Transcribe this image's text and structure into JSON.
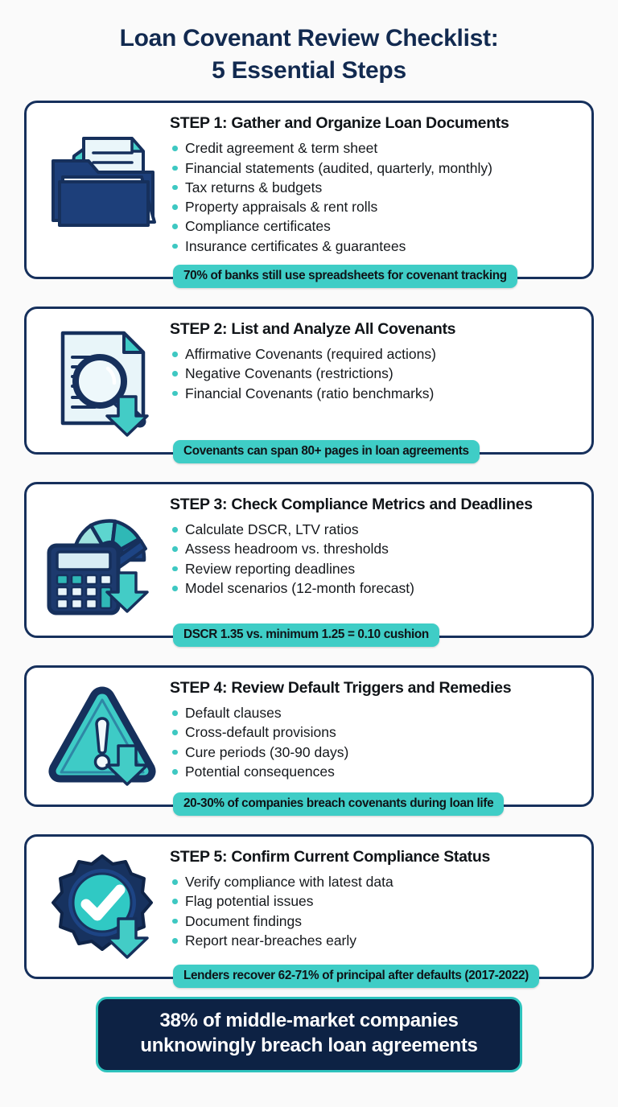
{
  "colors": {
    "navy": "#16305c",
    "deep_navy": "#0d2244",
    "teal": "#3fcdc6",
    "teal_dark": "#2fc3bd",
    "page_bg": "#fafafa",
    "card_bg": "#ffffff",
    "text": "#15181c"
  },
  "title": {
    "line1": "Loan Covenant Review Checklist:",
    "line2": "5 Essential Steps"
  },
  "steps": [
    {
      "icon": "folder-documents-icon",
      "title": "STEP 1: Gather and Organize Loan Documents",
      "bullets": [
        "Credit agreement & term sheet",
        "Financial statements (audited, quarterly, monthly)",
        "Tax returns & budgets",
        "Property appraisals & rent rolls",
        "Compliance certificates",
        "Insurance certificates & guarantees"
      ],
      "stat": "70% of banks still use spreadsheets for covenant tracking"
    },
    {
      "icon": "document-magnifier-icon",
      "title": "STEP 2: List and Analyze All Covenants",
      "bullets": [
        "Affirmative Covenants (required actions)",
        "Negative Covenants (restrictions)",
        "Financial Covenants (ratio benchmarks)"
      ],
      "stat": "Covenants can span 80+ pages in loan agreements"
    },
    {
      "icon": "calculator-gauge-icon",
      "title": "STEP 3: Check Compliance Metrics and Deadlines",
      "bullets": [
        "Calculate DSCR, LTV ratios",
        "Assess headroom vs. thresholds",
        "Review reporting deadlines",
        "Model scenarios (12-month forecast)"
      ],
      "stat": "DSCR 1.35 vs. minimum 1.25 = 0.10 cushion"
    },
    {
      "icon": "warning-triangle-icon",
      "title": "STEP 4: Review Default Triggers and Remedies",
      "bullets": [
        "Default clauses",
        "Cross-default provisions",
        "Cure periods (30-90 days)",
        "Potential consequences"
      ],
      "stat": "20-30% of companies breach covenants during loan life"
    },
    {
      "icon": "check-badge-icon",
      "title": "STEP 5: Confirm Current Compliance Status",
      "bullets": [
        "Verify compliance with latest data",
        "Flag potential issues",
        "Document findings",
        "Report near-breaches early"
      ],
      "stat": "Lenders recover 62-71% of principal after defaults (2017-2022)"
    }
  ],
  "callout": {
    "line1": "38% of middle-market companies",
    "line2": "unknowingly breach loan agreements"
  }
}
